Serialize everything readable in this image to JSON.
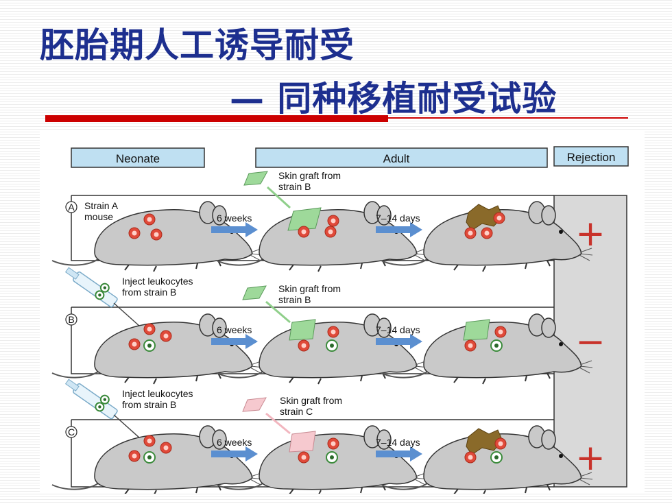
{
  "slide": {
    "title_line1": "胚胎期人工诱导耐受",
    "title_line2": "— 同种移植耐受试验"
  },
  "figure": {
    "headers": {
      "neonate": "Neonate",
      "adult": "Adult",
      "rejection": "Rejection"
    },
    "rows": [
      {
        "label": "A",
        "neonate_text_1": "Strain A",
        "neonate_text_2": "mouse",
        "graft_text_1": "Skin graft from",
        "graft_text_2": "strain B",
        "interval_1": "6 weeks",
        "interval_2": "7–14 days",
        "result": "+"
      },
      {
        "label": "B",
        "neonate_text_1": "Inject leukocytes",
        "neonate_text_2": "from strain B",
        "graft_text_1": "Skin graft from",
        "graft_text_2": "strain B",
        "interval_1": "6 weeks",
        "interval_2": "7–14 days",
        "result": "−"
      },
      {
        "label": "C",
        "neonate_text_1": "Inject leukocytes",
        "neonate_text_2": "from strain B",
        "graft_text_1": "Skin graft from",
        "graft_text_2": "strain C",
        "interval_1": "6 weeks",
        "interval_2": "7–14 days",
        "result": "+"
      }
    ]
  },
  "colors": {
    "title": "#1d2f8f",
    "accent_red": "#cc0000",
    "header_fill": "#bfe0f2",
    "rejection_panel": "#d9d9d9",
    "mouse_body": "#c9c9c9",
    "red_cell": "#e04a3a",
    "green_cell": "#4aa84a",
    "graft_strain_b": "#9ed99a",
    "graft_strain_c": "#f6c9cf",
    "rejected_graft": "#8a6a2a",
    "arrow_blue": "#5b8fd0"
  }
}
